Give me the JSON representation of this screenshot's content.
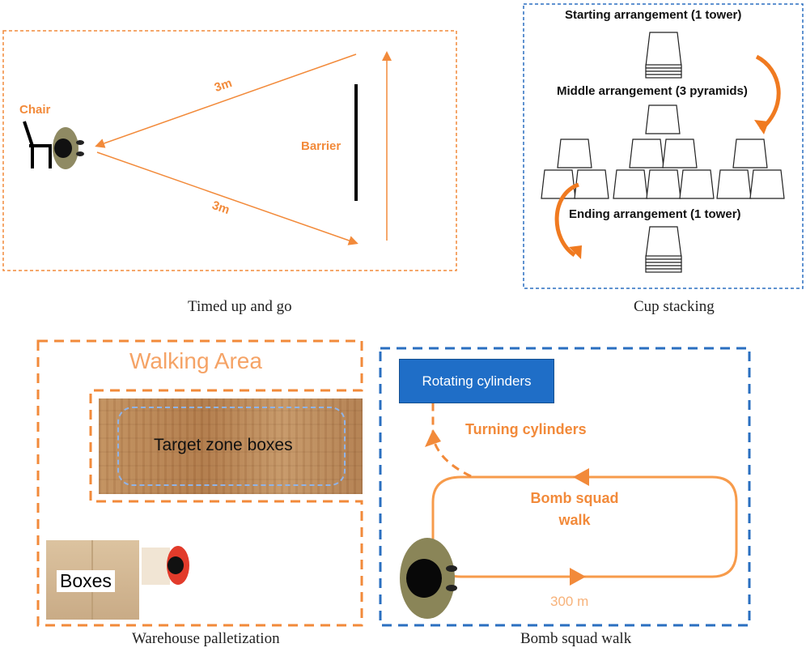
{
  "panels": {
    "timed_up_and_go": {
      "caption": "Timed up and go",
      "chair_label": "Chair",
      "barrier_label": "Barrier",
      "distance_top": "3m",
      "distance_bottom": "3m"
    },
    "cup_stacking": {
      "caption": "Cup stacking",
      "starting": "Starting arrangement (1 tower)",
      "middle": "Middle arrangement (3 pyramids)",
      "ending": "Ending arrangement (1 tower)"
    },
    "warehouse_palletization": {
      "caption": "Warehouse palletization",
      "walking_area": "Walking Area",
      "target_zone": "Target zone boxes",
      "boxes": "Boxes"
    },
    "bomb_squad_walk": {
      "caption": "Bomb squad walk",
      "rotating_cylinders": "Rotating cylinders",
      "turning_cylinders": "Turning cylinders",
      "walk_label_line1": "Bomb squad",
      "walk_label_line2": "walk",
      "distance": "300 m"
    }
  },
  "colors": {
    "orange": "#f28a3a",
    "blue_dashed": "#2a6fc0",
    "blue_box": "#1f6ec7"
  },
  "icons": [
    "chair-icon",
    "person-topview-icon",
    "cup-icon",
    "curved-arrow-icon",
    "box-icon"
  ]
}
